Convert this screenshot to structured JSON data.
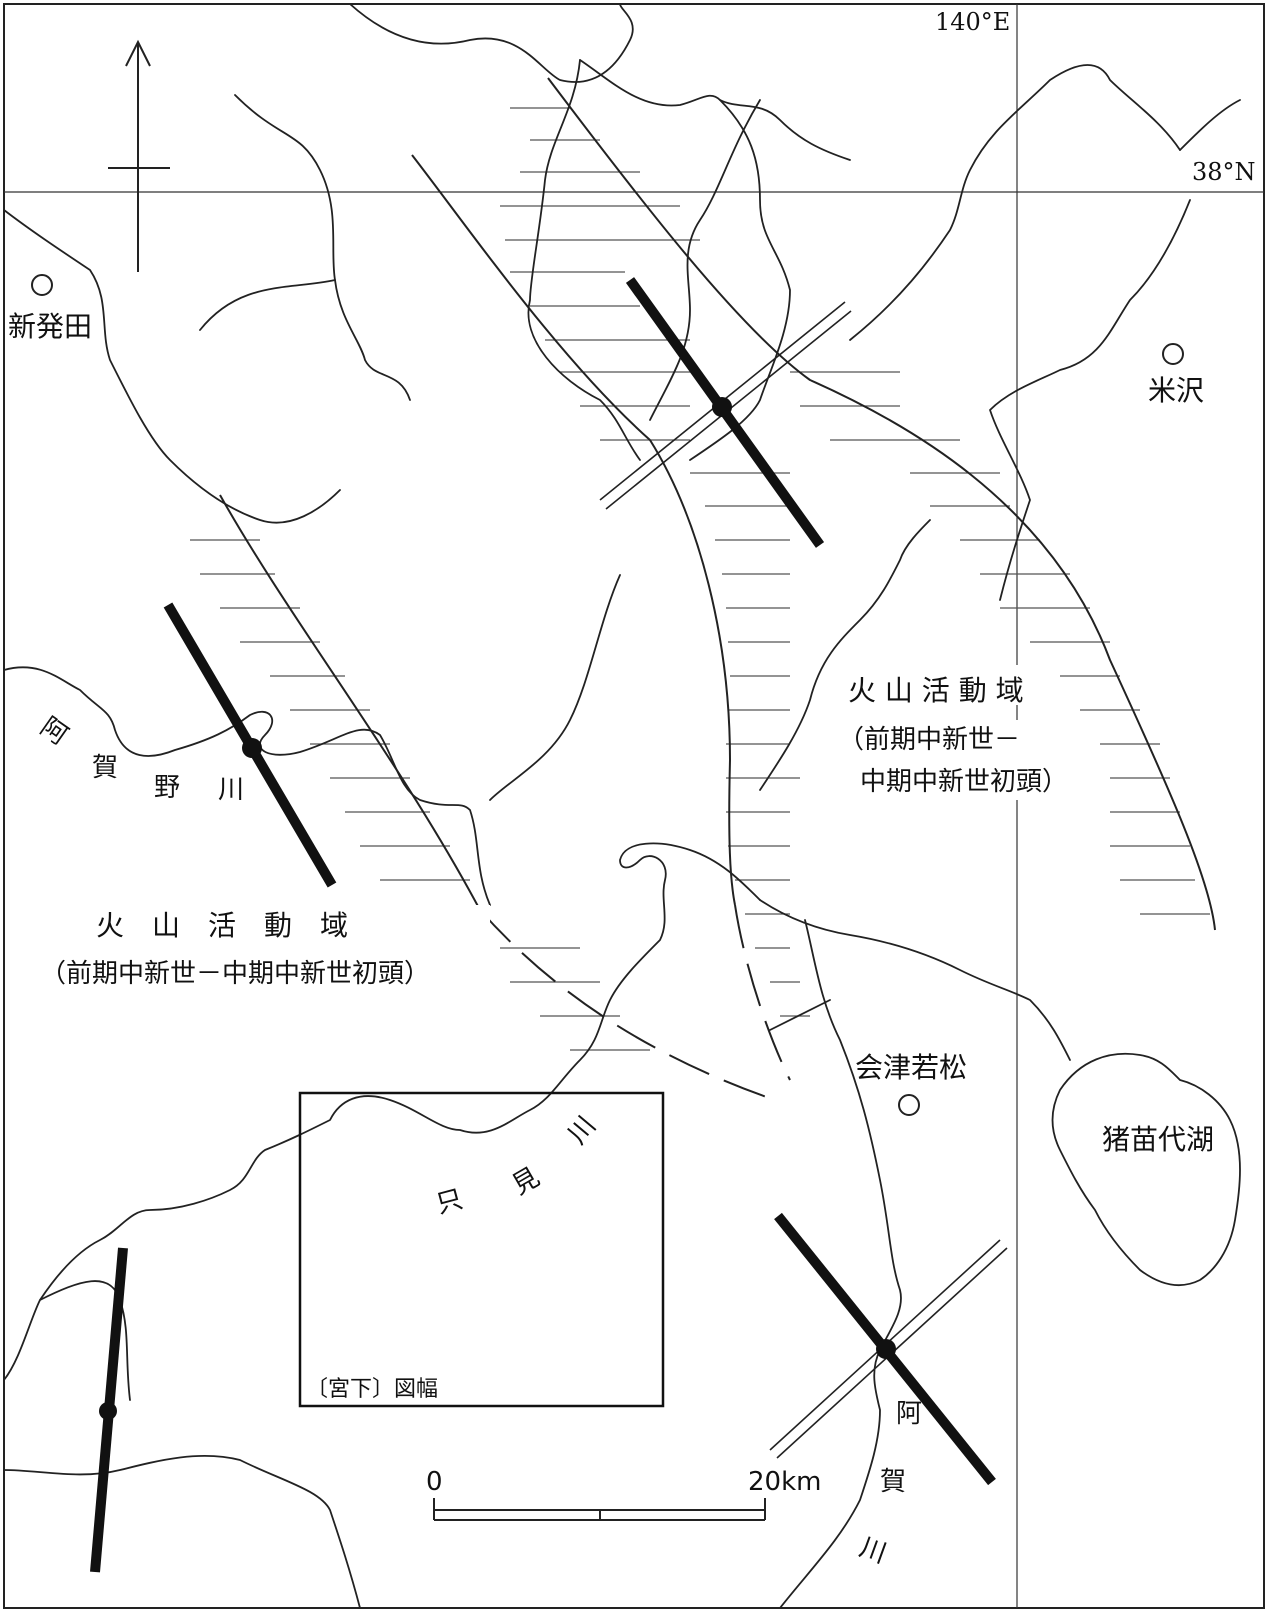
{
  "coordinates": {
    "longitude_label": "140°E",
    "latitude_label": "38°N"
  },
  "cities": {
    "shibata": "新発田",
    "yonezawa": "米沢",
    "aizuwakamatsu": "会津若松"
  },
  "lakes": {
    "inawashiro": "猪苗代湖"
  },
  "rivers": {
    "agano_chars": [
      "阿",
      "賀",
      "野",
      "川"
    ],
    "tadami_chars": [
      "只",
      "見",
      "川"
    ],
    "aga_chars": [
      "阿",
      "賀",
      "川"
    ]
  },
  "volcanic_zones": {
    "east": {
      "title": "火 山 活 動 域",
      "period_line1": "（前期中新世－",
      "period_line2": "中期中新世初頭）"
    },
    "west": {
      "title": "火　山　活　動　域",
      "period": "（前期中新世－中期中新世初頭）"
    }
  },
  "map_sheet": {
    "label": "〔宮下〕図幅"
  },
  "scale_bar": {
    "start_label": "0",
    "end_label": "20km"
  },
  "colors": {
    "line": "#222222",
    "background": "#ffffff"
  }
}
